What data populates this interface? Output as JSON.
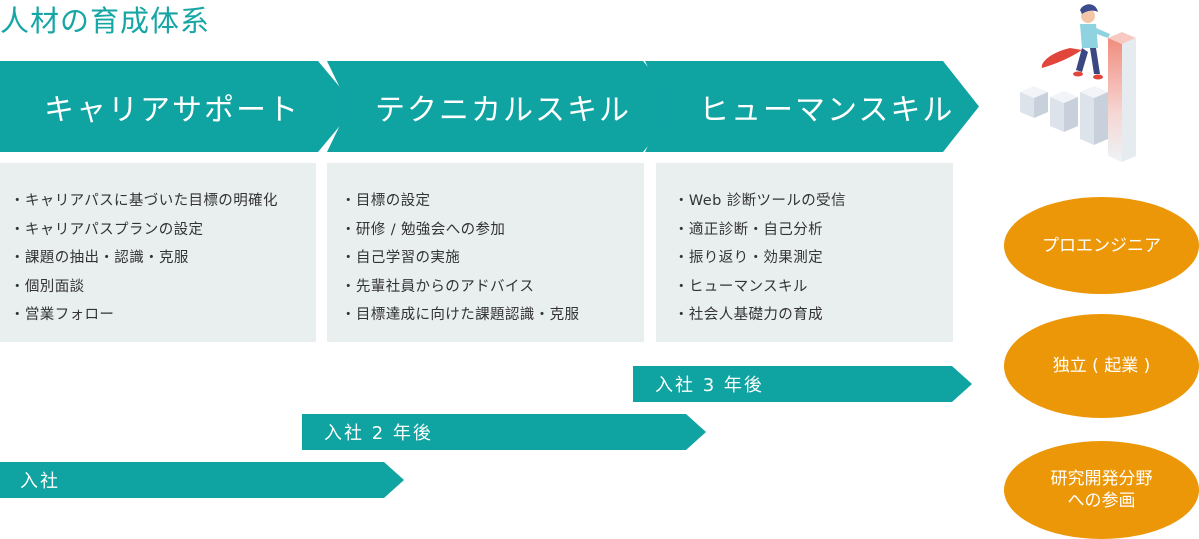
{
  "title": "人材の育成体系",
  "stages": [
    {
      "label": "キャリアサポート",
      "items": [
        "・キャリアパスに基づいた目標の明確化",
        "・キャリアパスプランの設定",
        "・課題の抽出・認識・克服",
        "・個別面談",
        "・営業フォロー"
      ]
    },
    {
      "label": "テクニカルスキル",
      "items": [
        "・目標の設定",
        "・研修 / 勉強会への参加",
        "・自己学習の実施",
        "・先輩社員からのアドバイス",
        "・目標達成に向けた課題認識・克服"
      ]
    },
    {
      "label": "ヒューマンスキル",
      "items": [
        "・Web 診断ツールの受信",
        "・適正診断・自己分析",
        "・振り返り・効果測定",
        "・ヒューマンスキル",
        "・社会人基礎力の育成"
      ]
    }
  ],
  "timeline": {
    "year3": "入社 3 年後",
    "year2": "入社 2 年後",
    "join": "入社"
  },
  "careers": {
    "pro": "プロエンジニア",
    "independent": "独立 ( 起業 )",
    "rnd_line1": "研究開発分野",
    "rnd_line2": "への参画"
  },
  "colors": {
    "teal": "#0fa3a2",
    "orange": "#ec9708",
    "panel": "#e9eeee"
  },
  "icons": {
    "illustration": "woman-hero-climbing-bar-chart-icon"
  }
}
